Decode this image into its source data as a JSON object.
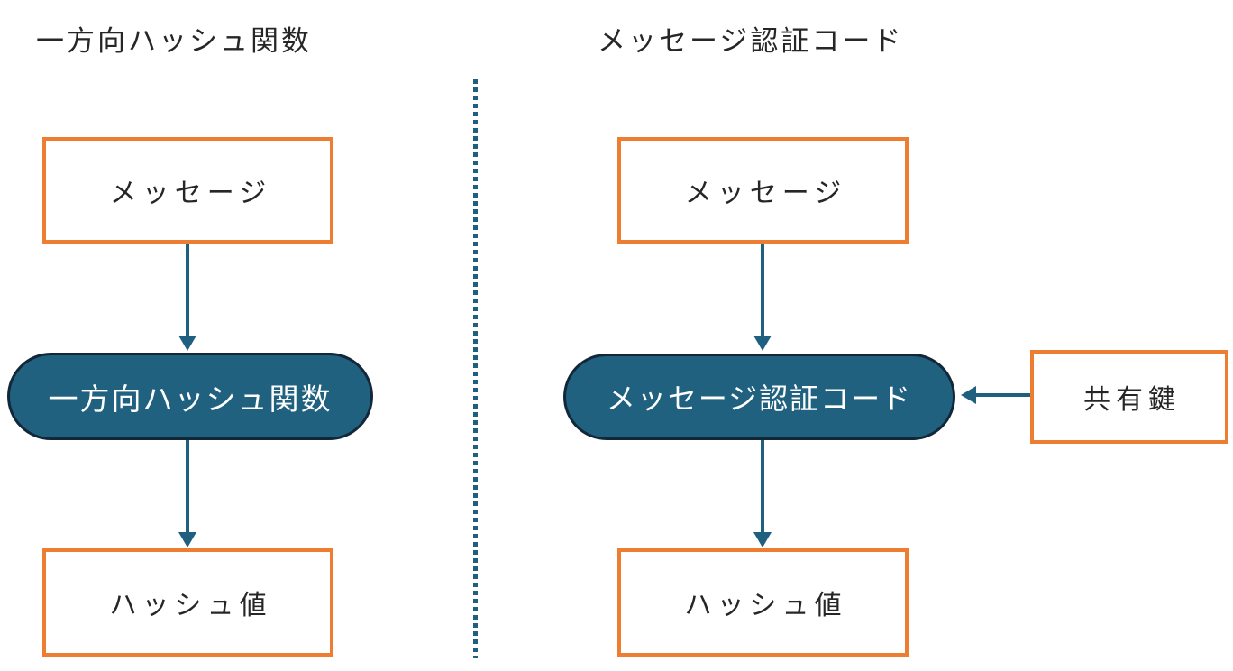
{
  "colors": {
    "box_border_orange": "#ED7D31",
    "pill_fill_teal": "#20617F",
    "pill_border_navy": "#12283A",
    "arrow_teal": "#1F6080",
    "divider_teal": "#1F6080",
    "text_dark": "#262626",
    "pill_text": "#FFFFFF",
    "background": "#FFFFFF"
  },
  "left_panel": {
    "title": "一方向ハッシュ関数",
    "message_box_label": "メッセージ",
    "function_pill_label": "一方向ハッシュ関数",
    "hash_value_box_label": "ハッシュ値"
  },
  "right_panel": {
    "title": "メッセージ認証コード",
    "message_box_label": "メッセージ",
    "mac_pill_label": "メッセージ認証コード",
    "shared_key_box_label": "共有鍵",
    "hash_value_box_label": "ハッシュ値"
  }
}
